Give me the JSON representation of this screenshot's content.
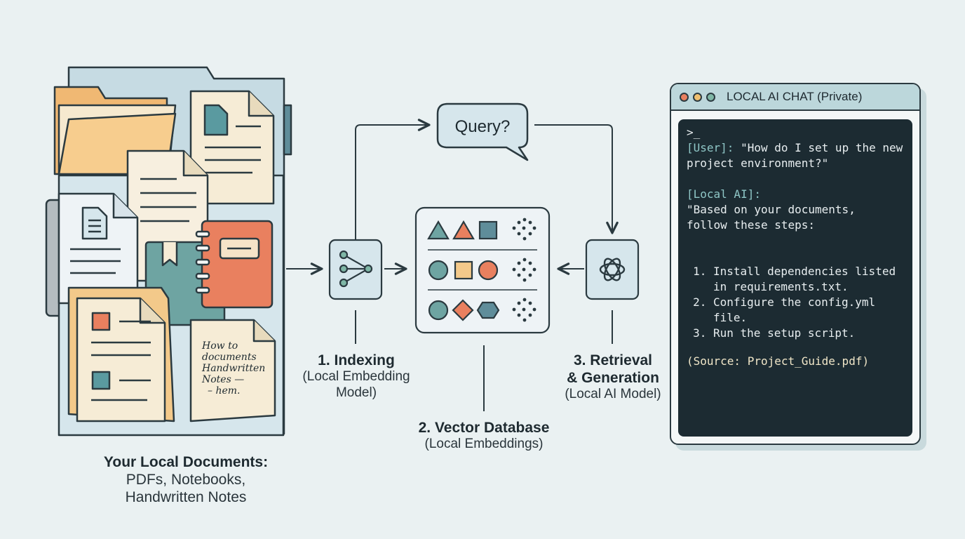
{
  "labels": {
    "docs_title": "Your Local Documents:",
    "docs_sub1": "PDFs, Notebooks,",
    "docs_sub2": "Handwritten Notes",
    "step1_title": "1. Indexing",
    "step1_sub1": "(Local Embedding",
    "step1_sub2": "Model)",
    "step2_title": "2. Vector Database",
    "step2_sub": "(Local Embeddings)",
    "step3_title1": "3. Retrieval",
    "step3_title2": "& Generation",
    "step3_sub": "(Local AI Model)",
    "query": "Query?"
  },
  "handwritten_note": [
    "How to",
    "documents",
    "Handwritten",
    "Notes —",
    "– hem."
  ],
  "terminal": {
    "title": "LOCAL AI CHAT (Private)",
    "prompt": ">_",
    "user_tag": "[User]:",
    "user_msg1": " \"How do I set up the new",
    "user_msg2": "project environment?\"",
    "ai_tag": "[Local AI]:",
    "ai_msg1": "\"Based on your documents,",
    "ai_msg2": "follow these steps:",
    "steps": [
      "Install dependencies listed\nin requirements.txt.",
      "Configure the config.yml\nfile.",
      "Run the setup script."
    ],
    "source": "(Source: Project_Guide.pdf)"
  },
  "colors": {
    "background": "#eaf1f2",
    "outline": "#2b3a40",
    "teal": "#5a9aa0",
    "orange": "#e9805f",
    "folder": "#f3c98a",
    "paper": "#f6ecd6",
    "light_blue": "#d6e6ec"
  }
}
